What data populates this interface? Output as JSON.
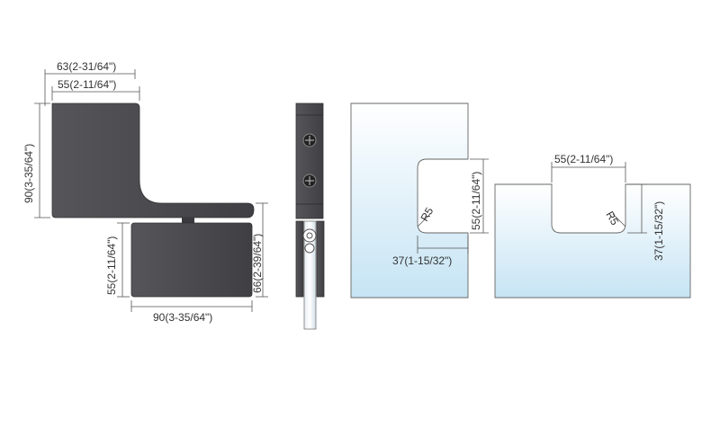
{
  "hinge_front": {
    "top_outer_width": "63(2-31/64\")",
    "top_inner_width": "55(2-11/64\")",
    "top_height": "90(3-35/64\")",
    "bottom_height_left": "55(2-11/64\")",
    "bottom_height_right": "66(2-39/64\")",
    "bottom_width": "90(3-35/64\")"
  },
  "glass_notch_left": {
    "notch_height": "55(2-11/64\")",
    "notch_depth": "37(1-15/32\")",
    "radius": "R5"
  },
  "glass_notch_right": {
    "notch_width": "55(2-11/64\")",
    "notch_depth": "37(1-15/32\")",
    "radius": "R5"
  },
  "colors": {
    "metal": "#4a4a4e",
    "metal_dark": "#2f2f33",
    "glass_top": "#ffffff",
    "glass_bottom": "#c9e6f5",
    "outline": "#666666"
  }
}
